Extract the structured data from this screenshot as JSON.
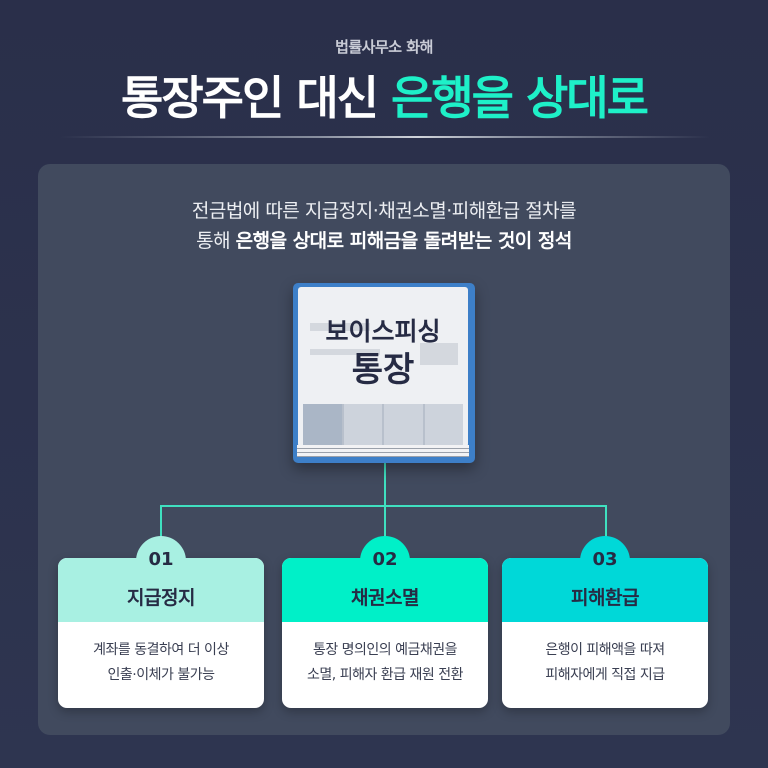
{
  "header": {
    "brand": "법률사무소 화해",
    "title_main": "통장주인 대신 ",
    "title_accent": "은행을 상대로"
  },
  "intro": {
    "line1": "전금법에 따른 지급정지·채권소멸·피해환급 절차를",
    "line2_prefix": "통해 ",
    "line2_bold": "은행을 상대로 피해금을 돌려받는 것이 정석"
  },
  "illustration": {
    "line1": "보이스피싱",
    "line2": "통장"
  },
  "colors": {
    "accent": "#1ef0c8",
    "card1": "#a8f0e2",
    "card2": "#00f0c8",
    "card3": "#00d8d8"
  },
  "cards": [
    {
      "num": "01",
      "title": "지급정지",
      "desc1": "계좌를 동결하여 더 이상",
      "desc2": "인출·이체가 불가능"
    },
    {
      "num": "02",
      "title": "채권소멸",
      "desc1": "통장 명의인의 예금채권을",
      "desc2": "소멸, 피해자 환급 재원 전환"
    },
    {
      "num": "03",
      "title": "피해환급",
      "desc1": "은행이 피해액을 따져",
      "desc2": "피해자에게 직접 지급"
    }
  ]
}
